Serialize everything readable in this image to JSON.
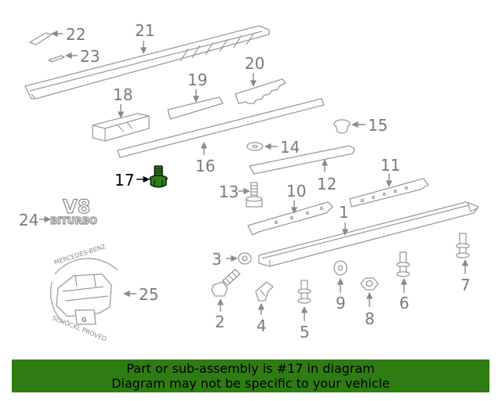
{
  "diagram": {
    "callouts": [
      {
        "id": "1",
        "label": "1"
      },
      {
        "id": "2",
        "label": "2"
      },
      {
        "id": "3",
        "label": "3"
      },
      {
        "id": "4",
        "label": "4"
      },
      {
        "id": "5",
        "label": "5"
      },
      {
        "id": "6",
        "label": "6"
      },
      {
        "id": "7",
        "label": "7"
      },
      {
        "id": "8",
        "label": "8"
      },
      {
        "id": "9",
        "label": "9"
      },
      {
        "id": "10",
        "label": "10"
      },
      {
        "id": "11",
        "label": "11"
      },
      {
        "id": "12",
        "label": "12"
      },
      {
        "id": "13",
        "label": "13"
      },
      {
        "id": "14",
        "label": "14"
      },
      {
        "id": "15",
        "label": "15"
      },
      {
        "id": "16",
        "label": "16"
      },
      {
        "id": "17",
        "label": "17",
        "highlighted": true
      },
      {
        "id": "18",
        "label": "18"
      },
      {
        "id": "19",
        "label": "19"
      },
      {
        "id": "20",
        "label": "20"
      },
      {
        "id": "21",
        "label": "21"
      },
      {
        "id": "22",
        "label": "22"
      },
      {
        "id": "23",
        "label": "23"
      },
      {
        "id": "24",
        "label": "24"
      },
      {
        "id": "25",
        "label": "25"
      }
    ],
    "highlight_color": "#2e7d1a",
    "badge_v8": "V8",
    "badge_biturbo": "BITURBO",
    "seal_top_text": "MERCEDES-BENZ",
    "seal_bottom_text": "SCHÖCKL PROVED",
    "seal_letter": "G"
  },
  "footer": {
    "line1": "Part or sub-assembly is #17 in diagram",
    "line2": "Diagram may not be specific to your vehicle",
    "background": "#2f7d12"
  }
}
